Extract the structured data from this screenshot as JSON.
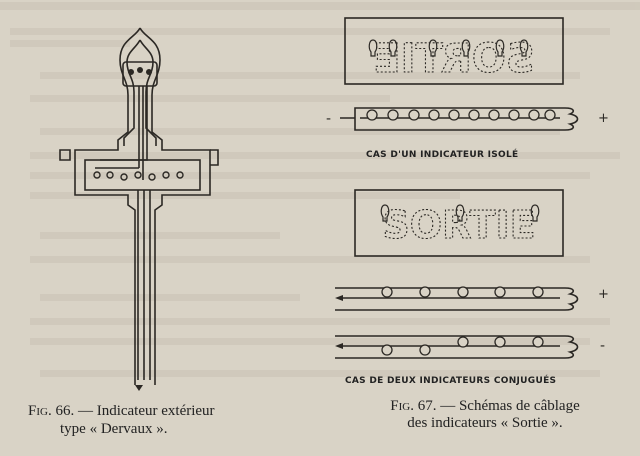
{
  "figure66": {
    "caption_prefix": "Fig. 66.",
    "caption_line1": " — Indicateur extérieur",
    "caption_line2": "type « Dervaux »."
  },
  "figure67": {
    "caption_prefix": "Fig. 67.",
    "caption_line1": " — Schémas de câblage",
    "caption_line2": "des indicateurs « Sortie ».",
    "label_isolated": "CAS D'UN INDICATEUR ISOLÉ",
    "label_conjugated": "CAS DE DEUX INDICATEURS CONJUGUÉS",
    "sign_word_top": "SORTIE",
    "sign_word_bottom": "SORTIE",
    "minus": "-",
    "plus": "+"
  },
  "colors": {
    "paper": "#d9d3c6",
    "ink": "#2b2824",
    "faint_text": "#c6bfb1"
  }
}
